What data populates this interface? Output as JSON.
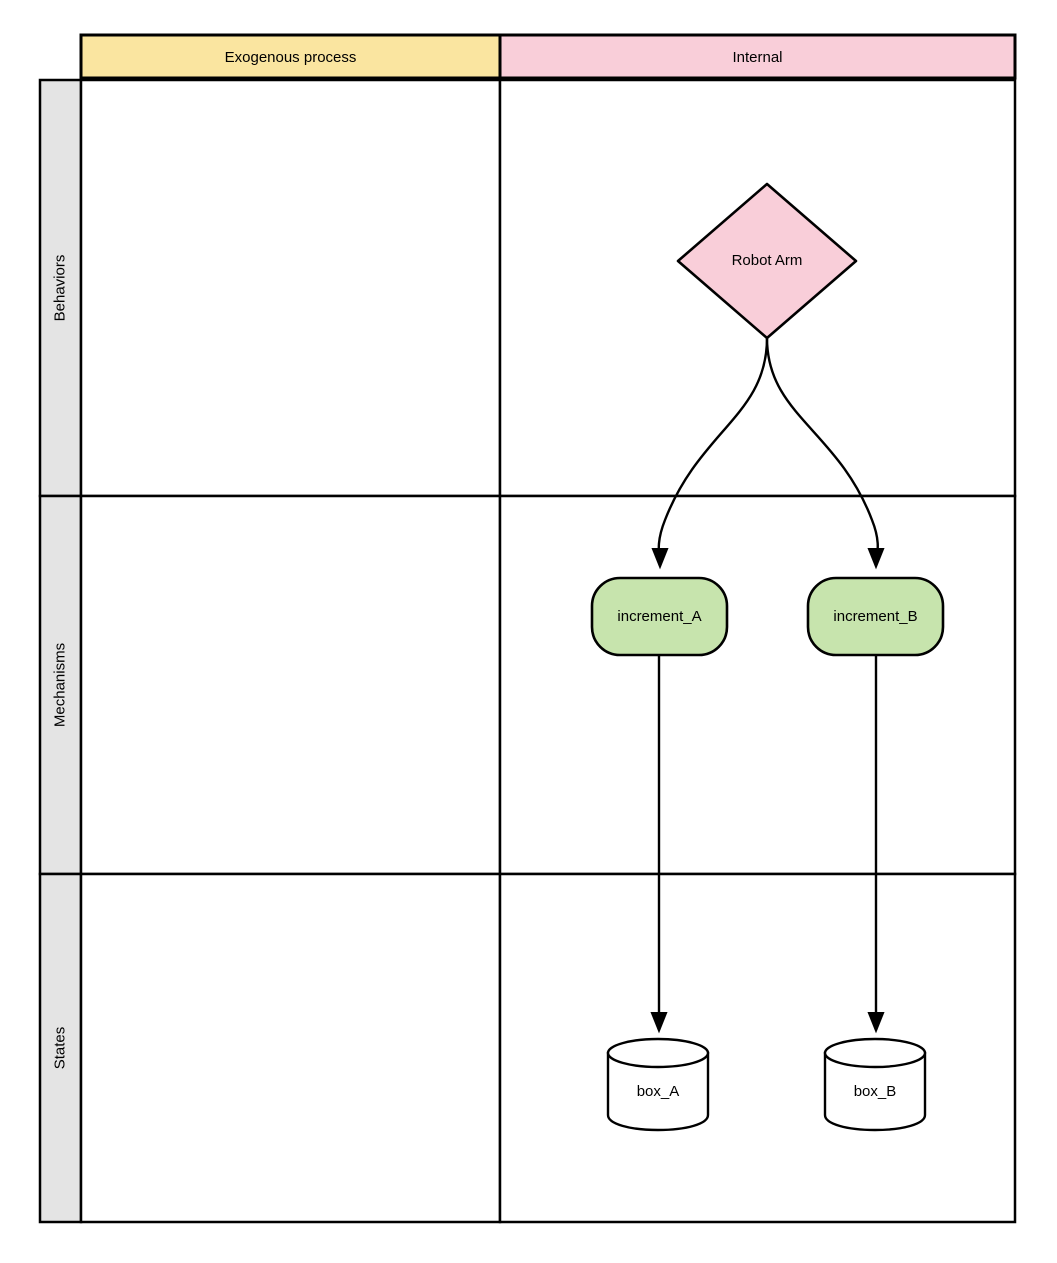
{
  "diagram": {
    "title": "",
    "type": "swimlane-pool-diagram",
    "colors": {
      "exogenous_header_fill": "#fae5a0",
      "internal_header_fill": "#f9ced9",
      "row_label_fill": "#e4e4e4",
      "mechanism_fill": "#c7e4ad",
      "behavior_fill": "#f9ced9",
      "state_fill": "#ffffff",
      "stroke": "#000000"
    },
    "columns": [
      {
        "id": "exogenous",
        "label": "Exogenous process",
        "fill": "#fae5a0"
      },
      {
        "id": "internal",
        "label": "Internal",
        "fill": "#f9ced9"
      }
    ],
    "rows": [
      {
        "id": "behaviors",
        "label": "Behaviors"
      },
      {
        "id": "mechanisms",
        "label": "Mechanisms"
      },
      {
        "id": "states",
        "label": "States"
      }
    ],
    "nodes": [
      {
        "id": "robot_arm",
        "label": "Robot Arm",
        "shape": "diamond",
        "row": "behaviors",
        "column": "internal",
        "fill": "#f9ced9"
      },
      {
        "id": "increment_a",
        "label": "increment_A",
        "shape": "rounded-rect",
        "row": "mechanisms",
        "column": "internal",
        "fill": "#c7e4ad"
      },
      {
        "id": "increment_b",
        "label": "increment_B",
        "shape": "rounded-rect",
        "row": "mechanisms",
        "column": "internal",
        "fill": "#c7e4ad"
      },
      {
        "id": "box_a",
        "label": "box_A",
        "shape": "cylinder",
        "row": "states",
        "column": "internal",
        "fill": "#ffffff"
      },
      {
        "id": "box_b",
        "label": "box_B",
        "shape": "cylinder",
        "row": "states",
        "column": "internal",
        "fill": "#ffffff"
      }
    ],
    "edges": [
      {
        "id": "e1",
        "from": "robot_arm",
        "to": "increment_a",
        "style": "curved",
        "arrow": "filled-triangle"
      },
      {
        "id": "e2",
        "from": "robot_arm",
        "to": "increment_b",
        "style": "curved",
        "arrow": "filled-triangle"
      },
      {
        "id": "e3",
        "from": "increment_a",
        "to": "box_a",
        "style": "straight",
        "arrow": "filled-triangle"
      },
      {
        "id": "e4",
        "from": "increment_b",
        "to": "box_b",
        "style": "straight",
        "arrow": "filled-triangle"
      }
    ]
  }
}
